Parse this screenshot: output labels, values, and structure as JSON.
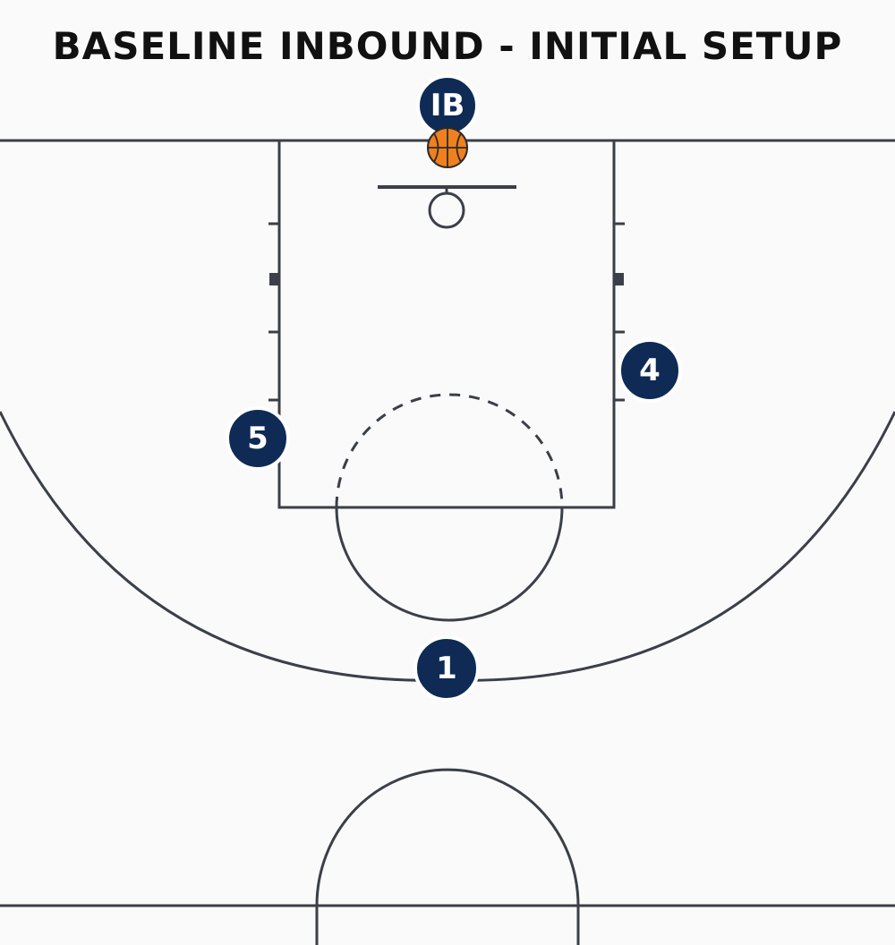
{
  "title": "BASELINE INBOUND - INITIAL SETUP",
  "colors": {
    "background": "#fafafa",
    "court_line": "#3b3f47",
    "player_fill": "#0e2a55",
    "player_text": "#ffffff",
    "ball": "#f0801d"
  },
  "players": {
    "inbounder": {
      "label": "IB"
    },
    "p1": {
      "label": "1"
    },
    "p4": {
      "label": "4"
    },
    "p5": {
      "label": "5"
    }
  },
  "ball": {
    "icon": "basketball-icon"
  }
}
